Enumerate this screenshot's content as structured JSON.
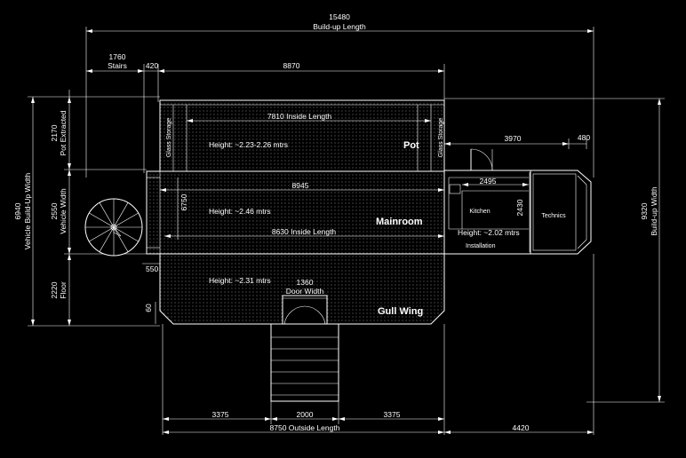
{
  "dimensions": {
    "overall_length": "15480",
    "overall_length_label": "Build-up Length",
    "stairs": "1760",
    "stairs_label": "Stairs",
    "gap_420": "420",
    "pot_length": "8870",
    "pot_inside_length": "7810 Inside Length",
    "mainroom_length": "8945",
    "mainroom_inside_length": "8630 Inside Length",
    "kitchen_extension": "3970",
    "technics_offset": "480",
    "kitchen_width": "2495",
    "kitchen_height": "2430",
    "room_width": "6750",
    "left_550": "550",
    "left_60": "60",
    "door_width_value": "1360",
    "door_width_label": "Door Width",
    "bottom_left": "3375",
    "bottom_mid": "2000",
    "bottom_right": "3375",
    "outside_length": "8750 Outside Length",
    "technics_length": "4420",
    "buildup_width": "9320",
    "buildup_width_label": "Build-up Width"
  },
  "left_dims": {
    "vehicle_buildup_width": "6940",
    "vehicle_buildup_width_label": "Vehicle Build-Up Width",
    "pot_extracted": "2170",
    "pot_extracted_label": "Pot Extracted",
    "vehicle_width": "2550",
    "vehicle_width_label": "Vehicle Width",
    "floor": "2220",
    "floor_label": "Floor"
  },
  "rooms": {
    "pot": "Pot",
    "pot_height": "Height: ~2.23-2.26 mtrs",
    "mainroom": "Mainroom",
    "mainroom_height": "Height: ~2.46 mtrs",
    "gullwing": "Gull Wing",
    "gullwing_height": "Height: ~2.31 mtrs",
    "glass_storage_left": "Glass Storage",
    "glass_storage_right": "Glass Storage",
    "kitchen": "Kitchen",
    "installation_height": "Height: ~2.02 mtrs",
    "installation": "Installation",
    "technics": "Technics"
  },
  "colors": {
    "background": "#000000",
    "lines": "#ffffff"
  }
}
